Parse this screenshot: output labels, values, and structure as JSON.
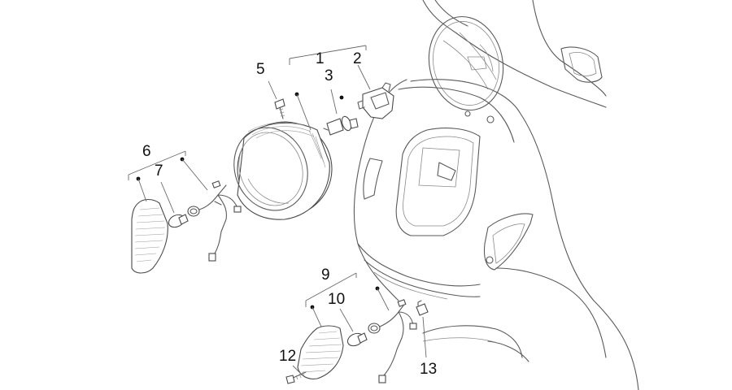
{
  "diagram": {
    "callouts": {
      "c1": "1",
      "c2": "2",
      "c3": "3",
      "c5": "5",
      "c6": "6",
      "c7": "7",
      "c9": "9",
      "c10": "10",
      "c12": "12",
      "c13": "13"
    }
  }
}
